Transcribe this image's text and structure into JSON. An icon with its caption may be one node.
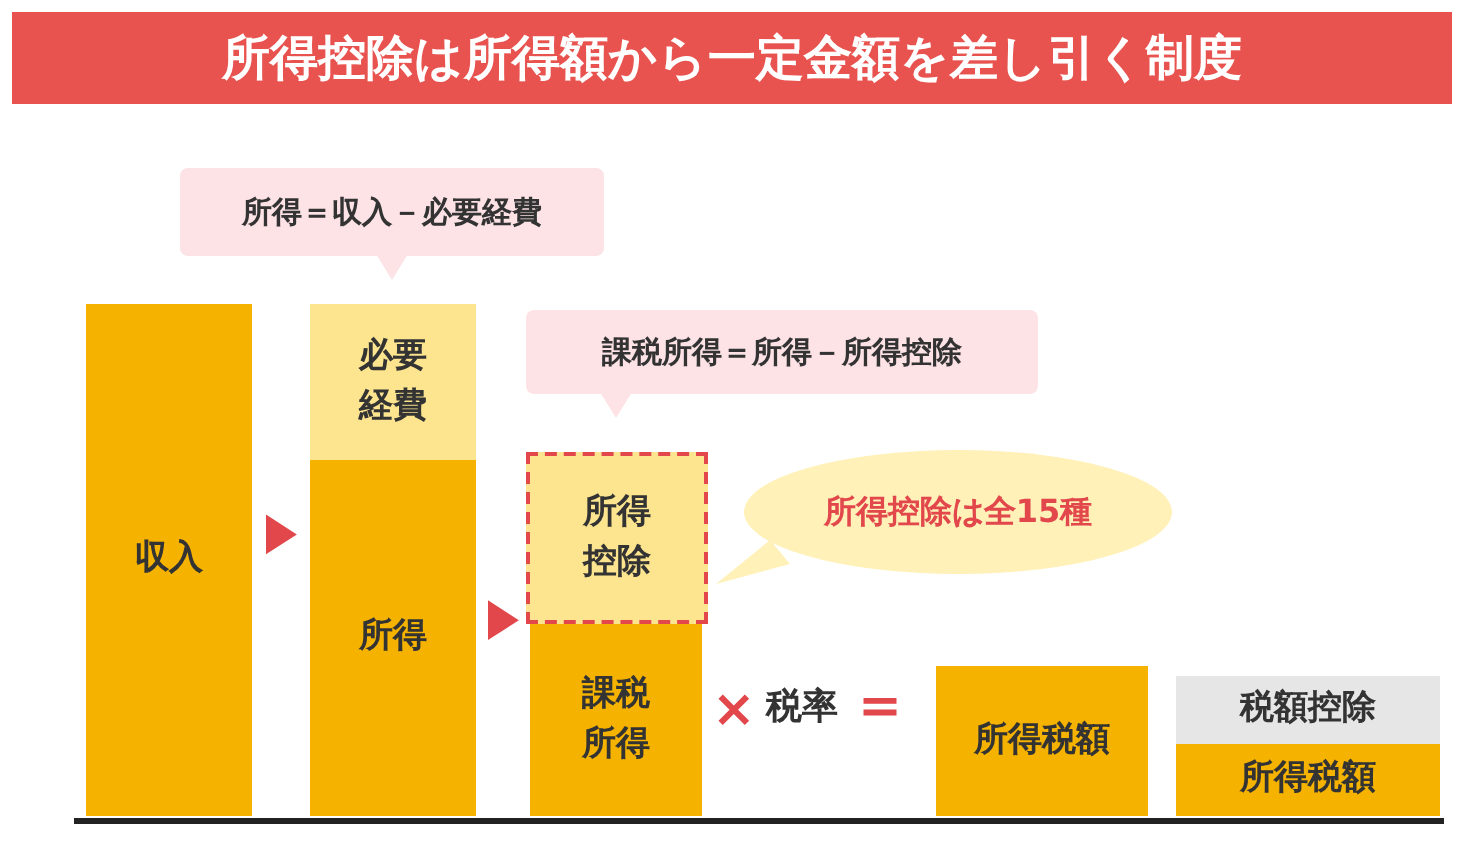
{
  "diagram": {
    "title": "所得控除は所得額から一定金額を差し引く制度",
    "nodes": [
      {
        "text": [
          "収入"
        ]
      },
      {
        "text": [
          "必要経費"
        ]
      },
      {
        "text": [
          "所得"
        ]
      },
      {
        "text": [
          "所得控除"
        ]
      },
      {
        "text": [
          "課税所得"
        ]
      },
      {
        "text": [
          "所得税額"
        ]
      },
      {
        "text": [
          "税額控除"
        ]
      },
      {
        "text": [
          "所得税額"
        ]
      },
      {
        "text": [
          "所得＝収入－必要経費"
        ]
      },
      {
        "text": [
          "課税所得＝所得－所得控除"
        ]
      },
      {
        "text": [
          "所得控除は全15種"
        ]
      }
    ],
    "edges": [
      {
        "from": 0,
        "to": 2,
        "arrow": "to"
      },
      {
        "from": 2,
        "to": 4,
        "arrow": "to"
      }
    ],
    "labels": [
      "×",
      "税率",
      "＝"
    ]
  }
}
